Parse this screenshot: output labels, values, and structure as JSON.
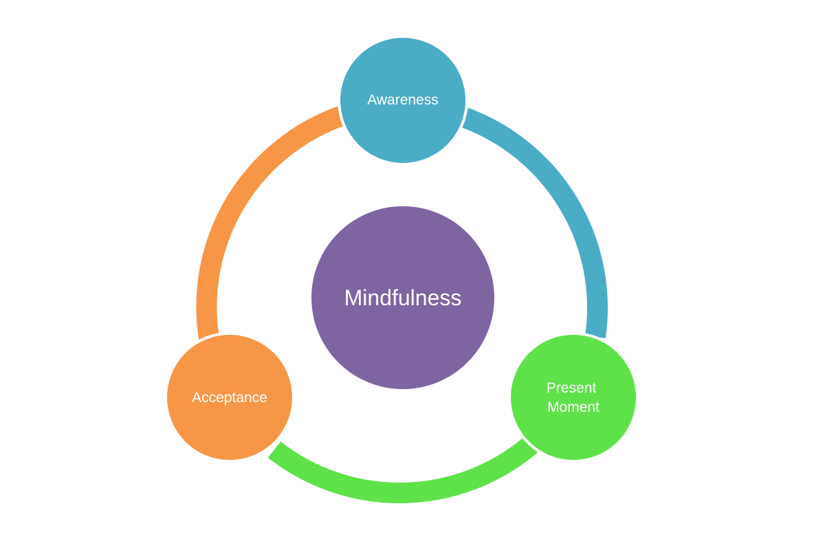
{
  "diagram": {
    "center": {
      "label": "Mindfulness",
      "color": "#7F64A2"
    },
    "nodes": [
      {
        "id": "awareness",
        "lines": [
          "Awareness"
        ],
        "color": "#4BACC6"
      },
      {
        "id": "present-moment",
        "lines": [
          "Present",
          "Moment"
        ],
        "color": "#5FE14A"
      },
      {
        "id": "acceptance",
        "lines": [
          "Acceptance"
        ],
        "color": "#F79646"
      }
    ],
    "connectors": [
      {
        "id": "awareness-to-present-moment",
        "color": "#4BACC6"
      },
      {
        "id": "present-moment-to-acceptance",
        "color": "#5FE14A"
      },
      {
        "id": "acceptance-to-awareness",
        "color": "#F79646"
      }
    ]
  }
}
